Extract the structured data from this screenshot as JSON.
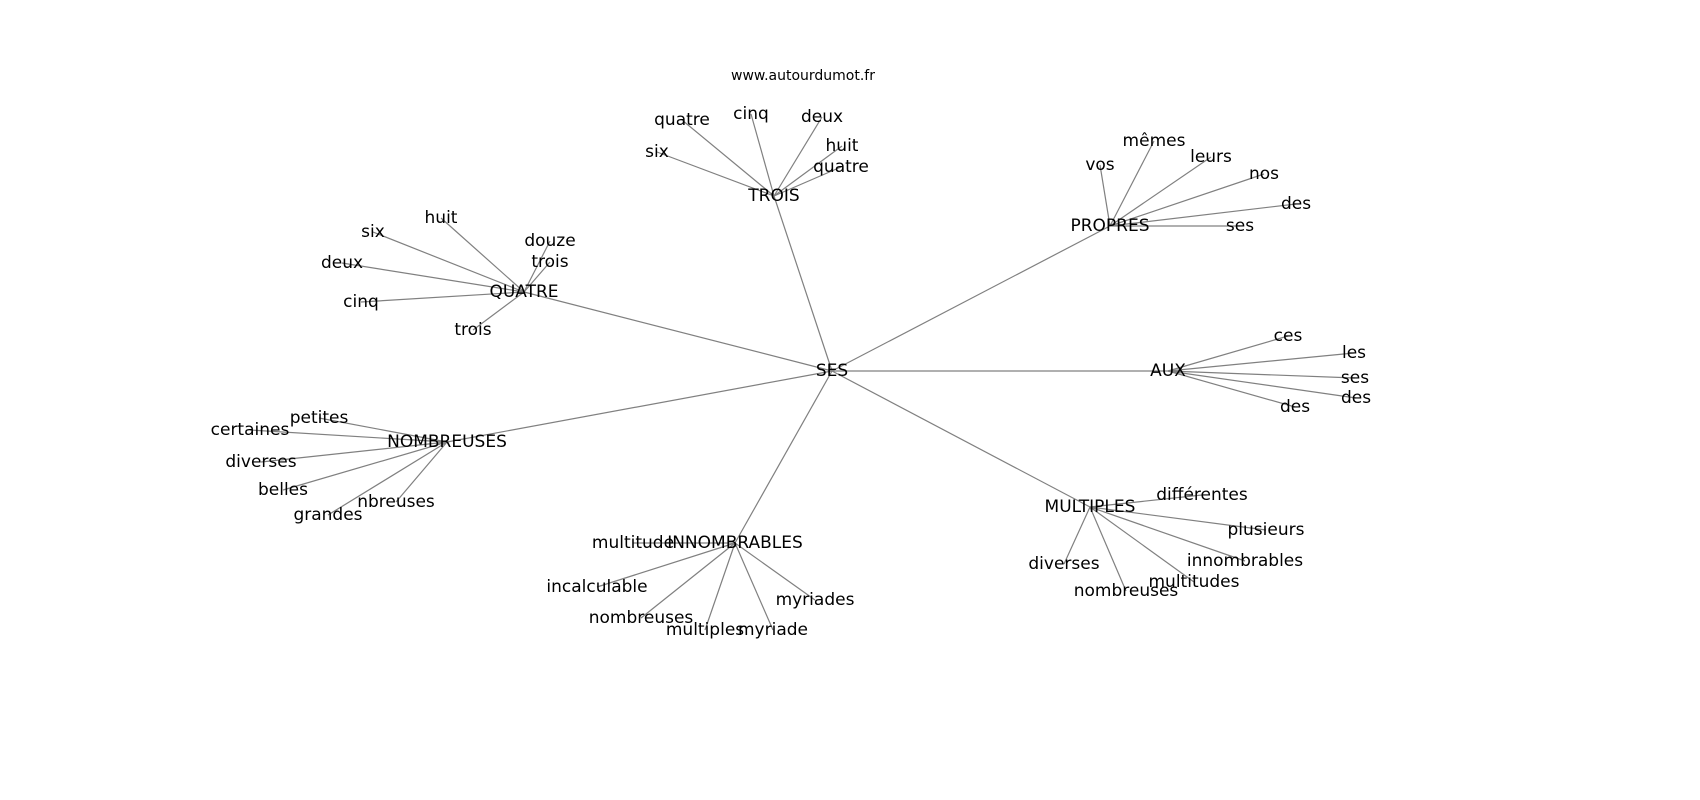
{
  "title": "www.autourdumot.fr",
  "root": "ses",
  "nodes": {
    "ses": "SES",
    "trois": "TROIS",
    "propres": "PROPRES",
    "quatre": "QUATRE",
    "aux": "AUX",
    "nombreuses": "NOMBREUSES",
    "innombrables": "INNOMBRABLES",
    "multiples": "MULTIPLES",
    "t_quatre": "quatre",
    "t_cinq": "cinq",
    "t_deux": "deux",
    "t_huit": "huit",
    "t_quatre2": "quatre",
    "t_six": "six",
    "p_vos": "vos",
    "p_memes": "mêmes",
    "p_leurs": "leurs",
    "p_nos": "nos",
    "p_des": "des",
    "p_ses": "ses",
    "q_huit": "huit",
    "q_six": "six",
    "q_deux": "deux",
    "q_cinq": "cinq",
    "q_douze": "douze",
    "q_trois": "trois",
    "q_trois2": "trois",
    "a_ces": "ces",
    "a_les": "les",
    "a_ses": "ses",
    "a_des": "des",
    "a_des2": "des",
    "n_petites": "petites",
    "n_certaines": "certaines",
    "n_diverses": "diverses",
    "n_belles": "belles",
    "n_grandes": "grandes",
    "n_nbreuses": "nbreuses",
    "i_multitude": "multitude",
    "i_incalculable": "incalculable",
    "i_nombreuses": "nombreuses",
    "i_multiples": "multiples",
    "i_myriade": "myriade",
    "i_myriades": "myriades",
    "m_differentes": "différentes",
    "m_plusieurs": "plusieurs",
    "m_innombrables": "innombrables",
    "m_multitudes": "multitudes",
    "m_nombreuses": "nombreuses",
    "m_diverses": "diverses"
  },
  "edges": [
    [
      "ses",
      "trois"
    ],
    [
      "ses",
      "propres"
    ],
    [
      "ses",
      "quatre"
    ],
    [
      "ses",
      "aux"
    ],
    [
      "ses",
      "nombreuses"
    ],
    [
      "ses",
      "innombrables"
    ],
    [
      "ses",
      "multiples"
    ],
    [
      "trois",
      "t_quatre"
    ],
    [
      "trois",
      "t_cinq"
    ],
    [
      "trois",
      "t_deux"
    ],
    [
      "trois",
      "t_huit"
    ],
    [
      "trois",
      "t_quatre2"
    ],
    [
      "trois",
      "t_six"
    ],
    [
      "propres",
      "p_vos"
    ],
    [
      "propres",
      "p_memes"
    ],
    [
      "propres",
      "p_leurs"
    ],
    [
      "propres",
      "p_nos"
    ],
    [
      "propres",
      "p_des"
    ],
    [
      "propres",
      "p_ses"
    ],
    [
      "quatre",
      "q_huit"
    ],
    [
      "quatre",
      "q_six"
    ],
    [
      "quatre",
      "q_deux"
    ],
    [
      "quatre",
      "q_cinq"
    ],
    [
      "quatre",
      "q_douze"
    ],
    [
      "quatre",
      "q_trois"
    ],
    [
      "quatre",
      "q_trois2"
    ],
    [
      "aux",
      "a_ces"
    ],
    [
      "aux",
      "a_les"
    ],
    [
      "aux",
      "a_ses"
    ],
    [
      "aux",
      "a_des"
    ],
    [
      "aux",
      "a_des2"
    ],
    [
      "nombreuses",
      "n_petites"
    ],
    [
      "nombreuses",
      "n_certaines"
    ],
    [
      "nombreuses",
      "n_diverses"
    ],
    [
      "nombreuses",
      "n_belles"
    ],
    [
      "nombreuses",
      "n_grandes"
    ],
    [
      "nombreuses",
      "n_nbreuses"
    ],
    [
      "innombrables",
      "i_multitude"
    ],
    [
      "innombrables",
      "i_incalculable"
    ],
    [
      "innombrables",
      "i_nombreuses"
    ],
    [
      "innombrables",
      "i_multiples"
    ],
    [
      "innombrables",
      "i_myriade"
    ],
    [
      "innombrables",
      "i_myriades"
    ],
    [
      "multiples",
      "m_differentes"
    ],
    [
      "multiples",
      "m_plusieurs"
    ],
    [
      "multiples",
      "m_innombrables"
    ],
    [
      "multiples",
      "m_multitudes"
    ],
    [
      "multiples",
      "m_nombreuses"
    ],
    [
      "multiples",
      "m_diverses"
    ]
  ]
}
